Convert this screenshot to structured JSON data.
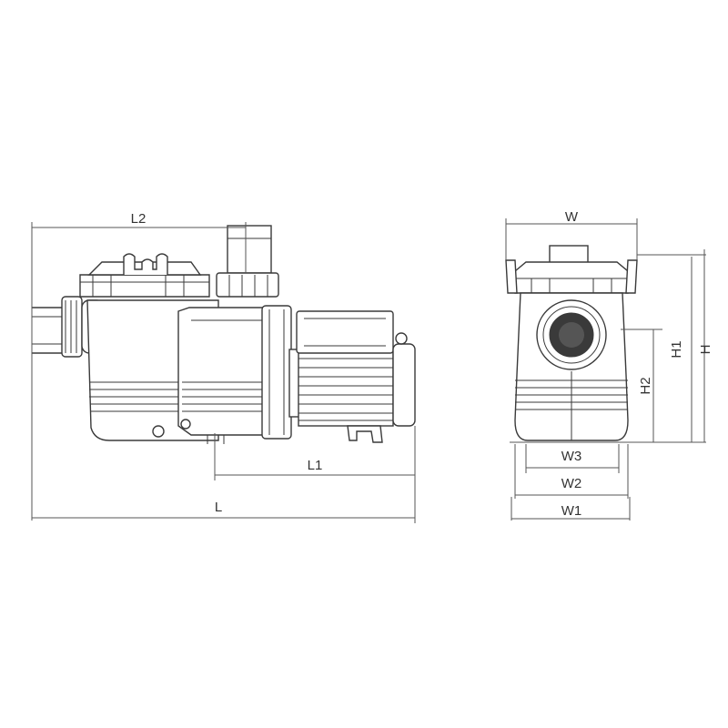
{
  "side_view": {
    "labels": {
      "l2": "L2",
      "l1": "L1",
      "l": "L"
    }
  },
  "front_view": {
    "labels": {
      "w": "W",
      "h1": "H1",
      "h": "H",
      "h2": "H2",
      "w3": "W3",
      "w2": "W2",
      "w1": "W1"
    }
  }
}
